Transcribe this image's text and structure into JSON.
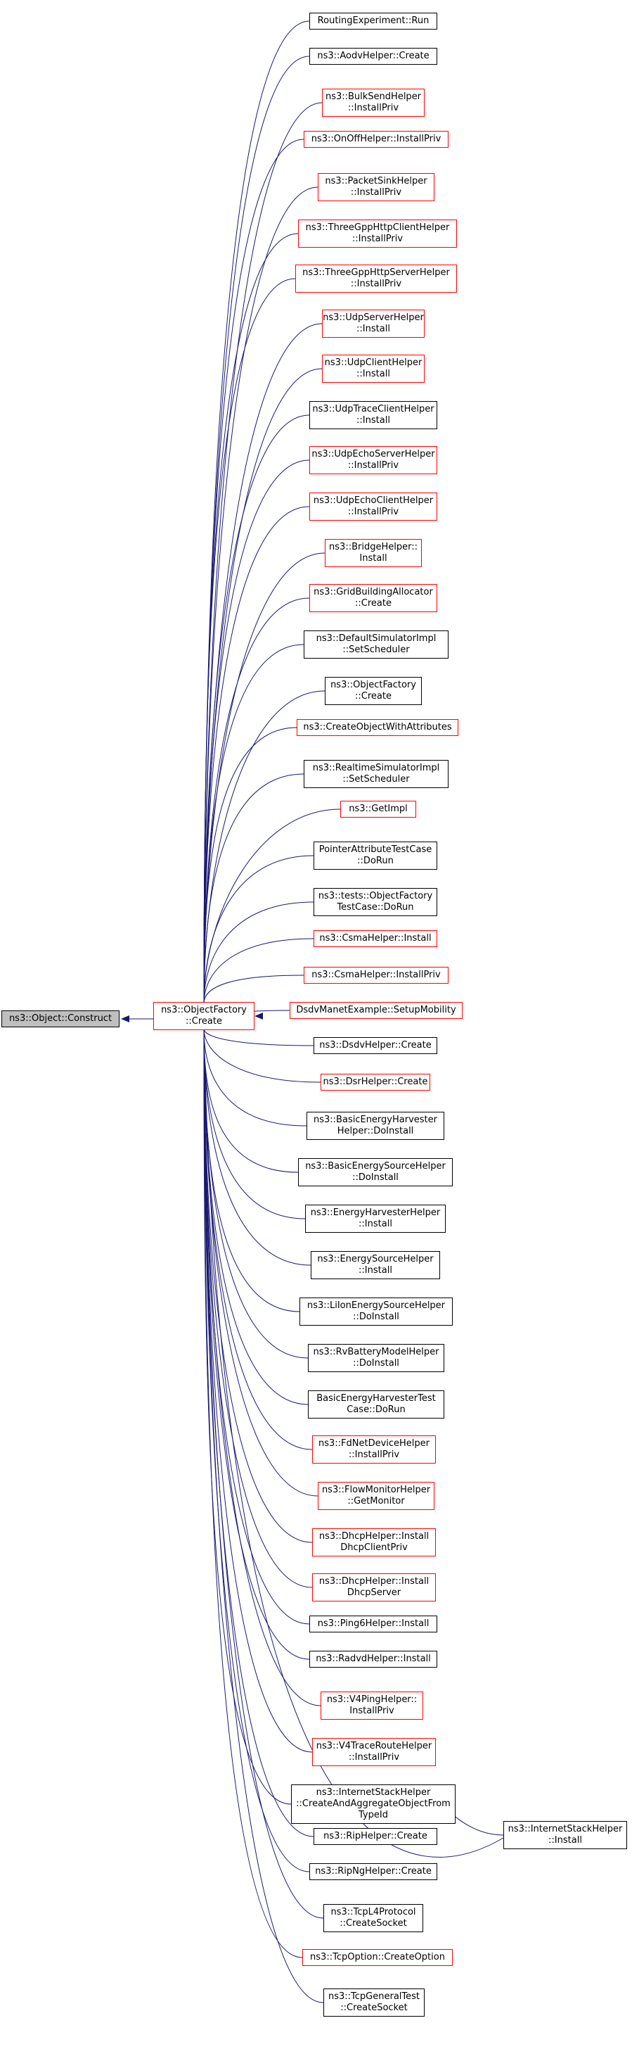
{
  "colors": {
    "edge": "#191970",
    "node_border_black": "#000000",
    "node_border_red": "#ff0000",
    "root_fill": "#bfbfbf",
    "background": "#ffffff"
  },
  "graph": {
    "root": "ns3::Object::Construct",
    "center": "ns3::ObjectFactory\n::Create",
    "callers": [
      {
        "label": "RoutingExperiment::Run",
        "border": "black"
      },
      {
        "label": "ns3::AodvHelper::Create",
        "border": "black"
      },
      {
        "label": "ns3::BulkSendHelper\n::InstallPriv",
        "border": "red"
      },
      {
        "label": "ns3::OnOffHelper::InstallPriv",
        "border": "red"
      },
      {
        "label": "ns3::PacketSinkHelper\n::InstallPriv",
        "border": "red"
      },
      {
        "label": "ns3::ThreeGppHttpClientHelper\n::InstallPriv",
        "border": "red"
      },
      {
        "label": "ns3::ThreeGppHttpServerHelper\n::InstallPriv",
        "border": "red"
      },
      {
        "label": "ns3::UdpServerHelper\n::Install",
        "border": "red"
      },
      {
        "label": "ns3::UdpClientHelper\n::Install",
        "border": "red"
      },
      {
        "label": "ns3::UdpTraceClientHelper\n::Install",
        "border": "black"
      },
      {
        "label": "ns3::UdpEchoServerHelper\n::InstallPriv",
        "border": "red"
      },
      {
        "label": "ns3::UdpEchoClientHelper\n::InstallPriv",
        "border": "red"
      },
      {
        "label": "ns3::BridgeHelper::\nInstall",
        "border": "red"
      },
      {
        "label": "ns3::GridBuildingAllocator\n::Create",
        "border": "red"
      },
      {
        "label": "ns3::DefaultSimulatorImpl\n::SetScheduler",
        "border": "black"
      },
      {
        "label": "ns3::ObjectFactory\n::Create",
        "border": "black"
      },
      {
        "label": "ns3::CreateObjectWithAttributes",
        "border": "red"
      },
      {
        "label": "ns3::RealtimeSimulatorImpl\n::SetScheduler",
        "border": "black"
      },
      {
        "label": "ns3::GetImpl",
        "border": "red"
      },
      {
        "label": "PointerAttributeTestCase\n::DoRun",
        "border": "black"
      },
      {
        "label": "ns3::tests::ObjectFactory\nTestCase::DoRun",
        "border": "black"
      },
      {
        "label": "ns3::CsmaHelper::Install",
        "border": "red"
      },
      {
        "label": "ns3::CsmaHelper::InstallPriv",
        "border": "red"
      },
      {
        "label": "DsdvManetExample::SetupMobility",
        "border": "red"
      },
      {
        "label": "ns3::DsdvHelper::Create",
        "border": "black"
      },
      {
        "label": "ns3::DsrHelper::Create",
        "border": "red"
      },
      {
        "label": "ns3::BasicEnergyHarvester\nHelper::DoInstall",
        "border": "black"
      },
      {
        "label": "ns3::BasicEnergySourceHelper\n::DoInstall",
        "border": "black"
      },
      {
        "label": "ns3::EnergyHarvesterHelper\n::Install",
        "border": "black"
      },
      {
        "label": "ns3::EnergySourceHelper\n::Install",
        "border": "black"
      },
      {
        "label": "ns3::LiIonEnergySourceHelper\n::DoInstall",
        "border": "black"
      },
      {
        "label": "ns3::RvBatteryModelHelper\n::DoInstall",
        "border": "black"
      },
      {
        "label": "BasicEnergyHarvesterTest\nCase::DoRun",
        "border": "black"
      },
      {
        "label": "ns3::FdNetDeviceHelper\n::InstallPriv",
        "border": "red"
      },
      {
        "label": "ns3::FlowMonitorHelper\n::GetMonitor",
        "border": "red"
      },
      {
        "label": "ns3::DhcpHelper::Install\nDhcpClientPriv",
        "border": "red"
      },
      {
        "label": "ns3::DhcpHelper::Install\nDhcpServer",
        "border": "red"
      },
      {
        "label": "ns3::Ping6Helper::Install",
        "border": "black"
      },
      {
        "label": "ns3::RadvdHelper::Install",
        "border": "black"
      },
      {
        "label": "ns3::V4PingHelper::\nInstallPriv",
        "border": "red"
      },
      {
        "label": "ns3::V4TraceRouteHelper\n::InstallPriv",
        "border": "red"
      },
      {
        "label": "ns3::InternetStackHelper\n::CreateAndAggregateObjectFrom\nTypeId",
        "border": "black"
      },
      {
        "label": "ns3::RipHelper::Create",
        "border": "black"
      },
      {
        "label": "ns3::RipNgHelper::Create",
        "border": "black"
      },
      {
        "label": "ns3::TcpL4Protocol\n::CreateSocket",
        "border": "black"
      },
      {
        "label": "ns3::TcpOption::CreateOption",
        "border": "red"
      },
      {
        "label": "ns3::TcpGeneralTest\n::CreateSocket",
        "border": "black"
      }
    ],
    "secondary": {
      "label": "ns3::InternetStackHelper\n::Install",
      "border": "black"
    }
  }
}
